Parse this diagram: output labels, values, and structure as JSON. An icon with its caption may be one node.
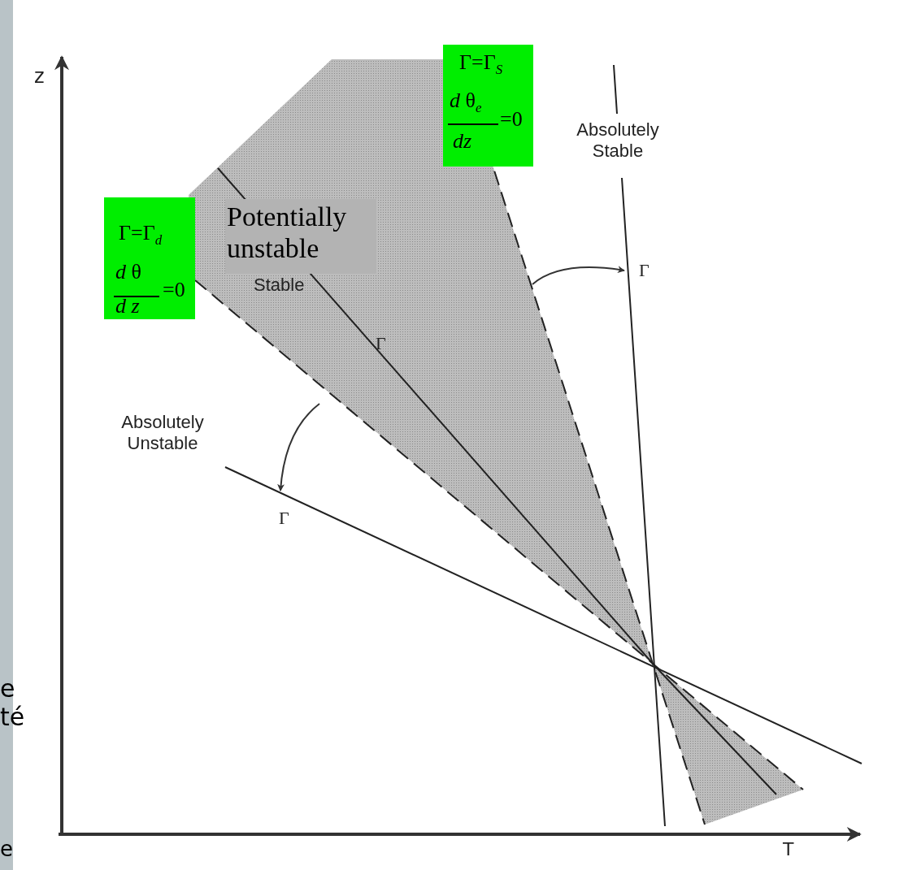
{
  "diagram": {
    "nodes": [
      {
        "text": [
          "Γ=Γ$_{S}$",
          "*d* θ$_{e}$",
          "*dz*",
          "=0"
        ]
      },
      {
        "text": [
          "Γ=Γ$_{d}$",
          "*d* θ",
          "*d z*",
          "=0"
        ]
      },
      {
        "text": [
          "Potentially unstable"
        ]
      }
    ],
    "labels": [
      "z",
      "Absolutely Stable",
      "Γ",
      "Stable",
      "Γ",
      "Absolutely Unstable",
      "Γ",
      "e",
      "té",
      "T",
      "e"
    ]
  }
}
